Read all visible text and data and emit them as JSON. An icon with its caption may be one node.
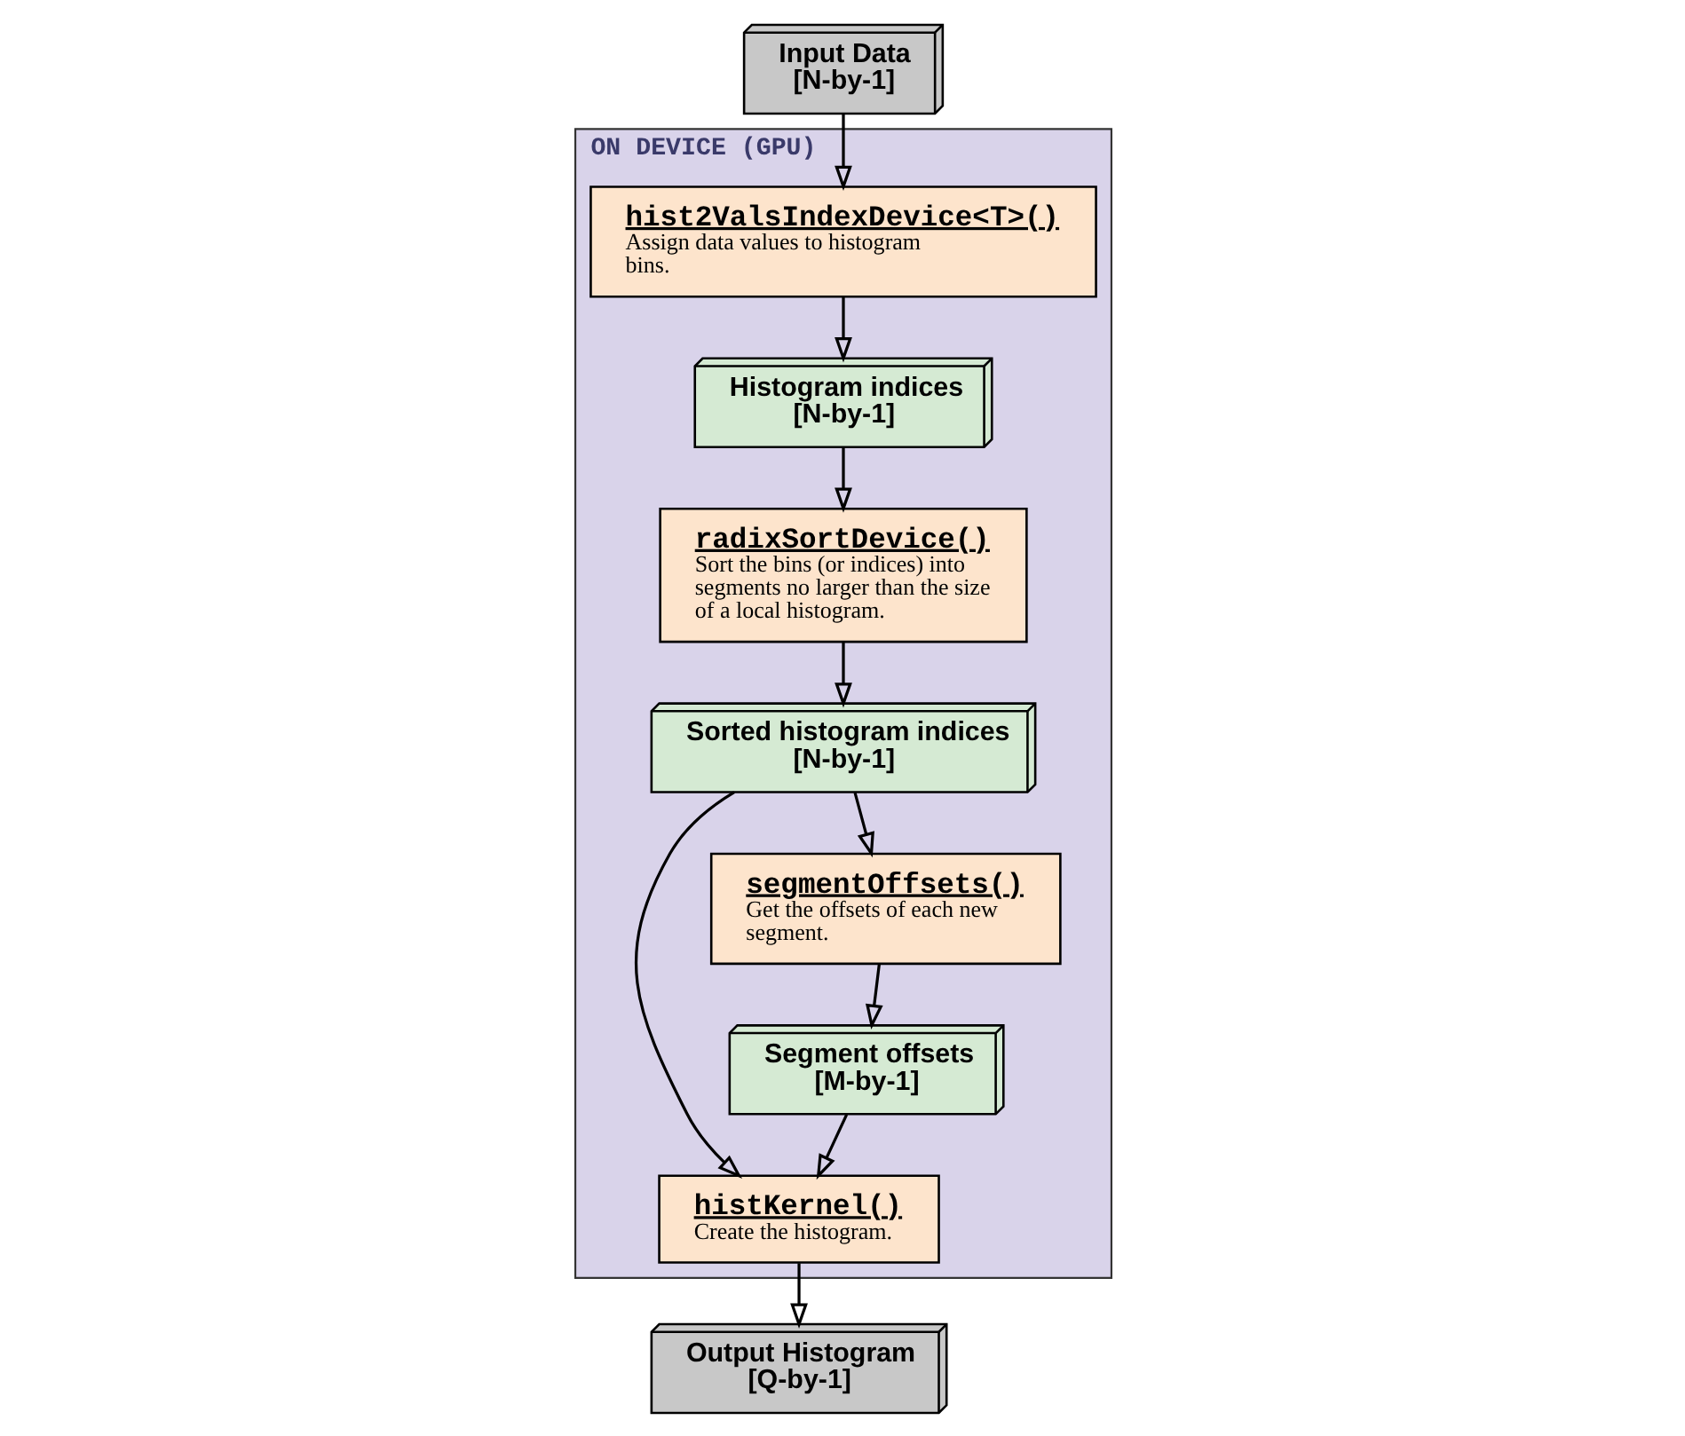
{
  "diagram": {
    "nodes": [
      {
        "text": [
          "Input Data",
          "[N-by-1]"
        ]
      },
      {
        "text": [
          "Output Histogram",
          "[Q-by-1]"
        ]
      },
      {
        "text": [
          "ON DEVICE (GPU)"
        ]
      },
      {
        "text": [
          "hist2ValsIndexDevice<T>()",
          "Assign data values to histogram bins."
        ],
        "in": 2
      },
      {
        "text": [
          "Histogram indices",
          "[N-by-1]"
        ],
        "in": 2
      },
      {
        "text": [
          "radixSortDevice()",
          "Sort the bins (or indices) into segments no larger than the size of a local histogram."
        ],
        "in": 2
      },
      {
        "text": [
          "Sorted histogram indices",
          "[N-by-1]"
        ],
        "in": 2
      },
      {
        "text": [
          "histKernel()",
          "Create the histogram."
        ],
        "in": 2
      },
      {
        "text": [
          "Segment offsets",
          "[M-by-1]"
        ],
        "in": 2
      },
      {
        "text": [
          "segmentOffsets()",
          "Get the offsets of each new segment."
        ],
        "in": 2
      }
    ],
    "edges": [
      {
        "from": 0,
        "to": 3,
        "arrow": "to"
      },
      {
        "from": 3,
        "to": 4,
        "arrow": "to"
      },
      {
        "from": 4,
        "to": 5,
        "arrow": "to"
      },
      {
        "from": 5,
        "to": 6,
        "arrow": "to"
      },
      {
        "from": 6,
        "to": 7,
        "arrow": "to"
      },
      {
        "from": 6,
        "to": 9,
        "arrow": "to"
      },
      {
        "from": 9,
        "to": 8,
        "arrow": "to"
      },
      {
        "from": 8,
        "to": 7,
        "arrow": "to"
      },
      {
        "from": 7,
        "to": 1,
        "arrow": "to"
      }
    ]
  }
}
